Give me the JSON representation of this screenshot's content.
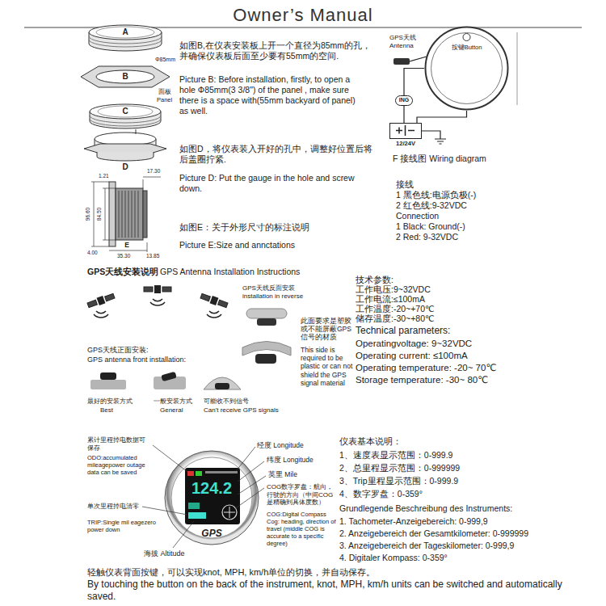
{
  "diagram": {
    "title": "Owner’s Manual",
    "nodes": [
      {
        "text": [
          "按键Button"
        ]
      },
      {
        "text": [
          "ING"
        ]
      },
      {
        "text": [
          "12/24V"
        ]
      }
    ],
    "edges": [
      {
        "from": 0,
        "to": 1,
        "arrow": "none"
      },
      {
        "from": 1,
        "to": 2,
        "arrow": "none"
      },
      {
        "from": 0,
        "to": 2,
        "arrow": "none"
      }
    ],
    "labels": [
      "A",
      "B",
      "C",
      "D",
      "Φ85mm",
      "面板",
      "Panel",
      "如图B,在仪表安装板上开一个直径为85mm的孔，并确保仪表板后面至少要有55mm的空间.",
      "Picture B: Before installation, firstly, to open a hole Φ85mm(3 3/8\") of the panel , make sure there is a space with(55mm backyard of panel) as well.",
      "如图D，将仪表装入开好的孔中，调整好位置后将后盖圈拧紧.",
      "Picture D: Put the gauge in the hole and screw down.",
      "如图E：关于外形尺寸的标注说明",
      "Picture E:Size and annctations",
      "17.30",
      "1.21",
      "96.60",
      "84.50",
      "E",
      "4.00",
      "35.30",
      "13.85",
      "GPS天线 Antenna",
      "F 接线图 Wiring diagram",
      "接线",
      "1 黑色线:电源负极(-)",
      "2 红色线:9-32VDC",
      "Connection",
      "1 Black: Ground(-)",
      "2 Red: 9-32VDC",
      "GPS天线安装说明",
      "GPS Antenna Installation Instructions",
      "GPS天线反面安装",
      "installation in reverse",
      "此面要求是塑胶或不能屏蔽GPS信号的材质",
      "This side is required to be plastic or can not shield the GPS signal material",
      "GPS天线正面安装:",
      "GPS antenna front installation:",
      "最好的安装方式",
      "Best",
      "一般安装方式",
      "General",
      "可能收不到信号",
      "Can't receive GPS signals",
      "技术参数:",
      "工作电压:9~32VDC",
      "工作电流:≤100mA",
      "工作温度:-20~+70℃",
      "储存温度:-30~+80℃",
      "Technical parameters:",
      "Operatingvoltage: 9~32VDC",
      "Operating current: ≤100mA",
      "Operating temperature: -20~ 70℃",
      "Storage temperature: -30~ 80℃",
      "累计里程掉电数据可保存",
      "ODO:accumulated mileagepower outage data can be saved",
      "单次里程掉电清零",
      "TRIP:Single mil eagezero power down",
      "海拔 Altitude",
      "经度 Longitude",
      "纬度 Longitude",
      "英里 Mile",
      "COG数字罗盘：航向，行驶的方向（中间COG是精确到具体度数）",
      "COG:Digital Compass Cog: heading, direction of travel (middle COG is accurate to a specific degree)",
      "124.2",
      "GPS",
      "仪表基本说明：",
      "1、速度表显示范围：0-999.9",
      "2、总里程显示范围：0-999999",
      "3、Trip里程显示范围：0-999.9",
      "4、数字罗盘：0-359°",
      "Grundlegende Beschreibung des Instruments:",
      "1. Tachometer-Anzeigebereich: 0-999,9",
      "2. Anzeigebereich der Gesamtkilometer: 0-999999",
      "3. Anzeigebereich der Tageskilometer: 0-999,9",
      "4. Digitaler Kompass: 0-359°",
      "轻触仪表背面按键，可以实现knot, MPH, km/h单位的切换，并自动保存。",
      "By touching the button on the back of the instrument, knot, MPH, km/h units can be switched and automatically saved."
    ]
  }
}
